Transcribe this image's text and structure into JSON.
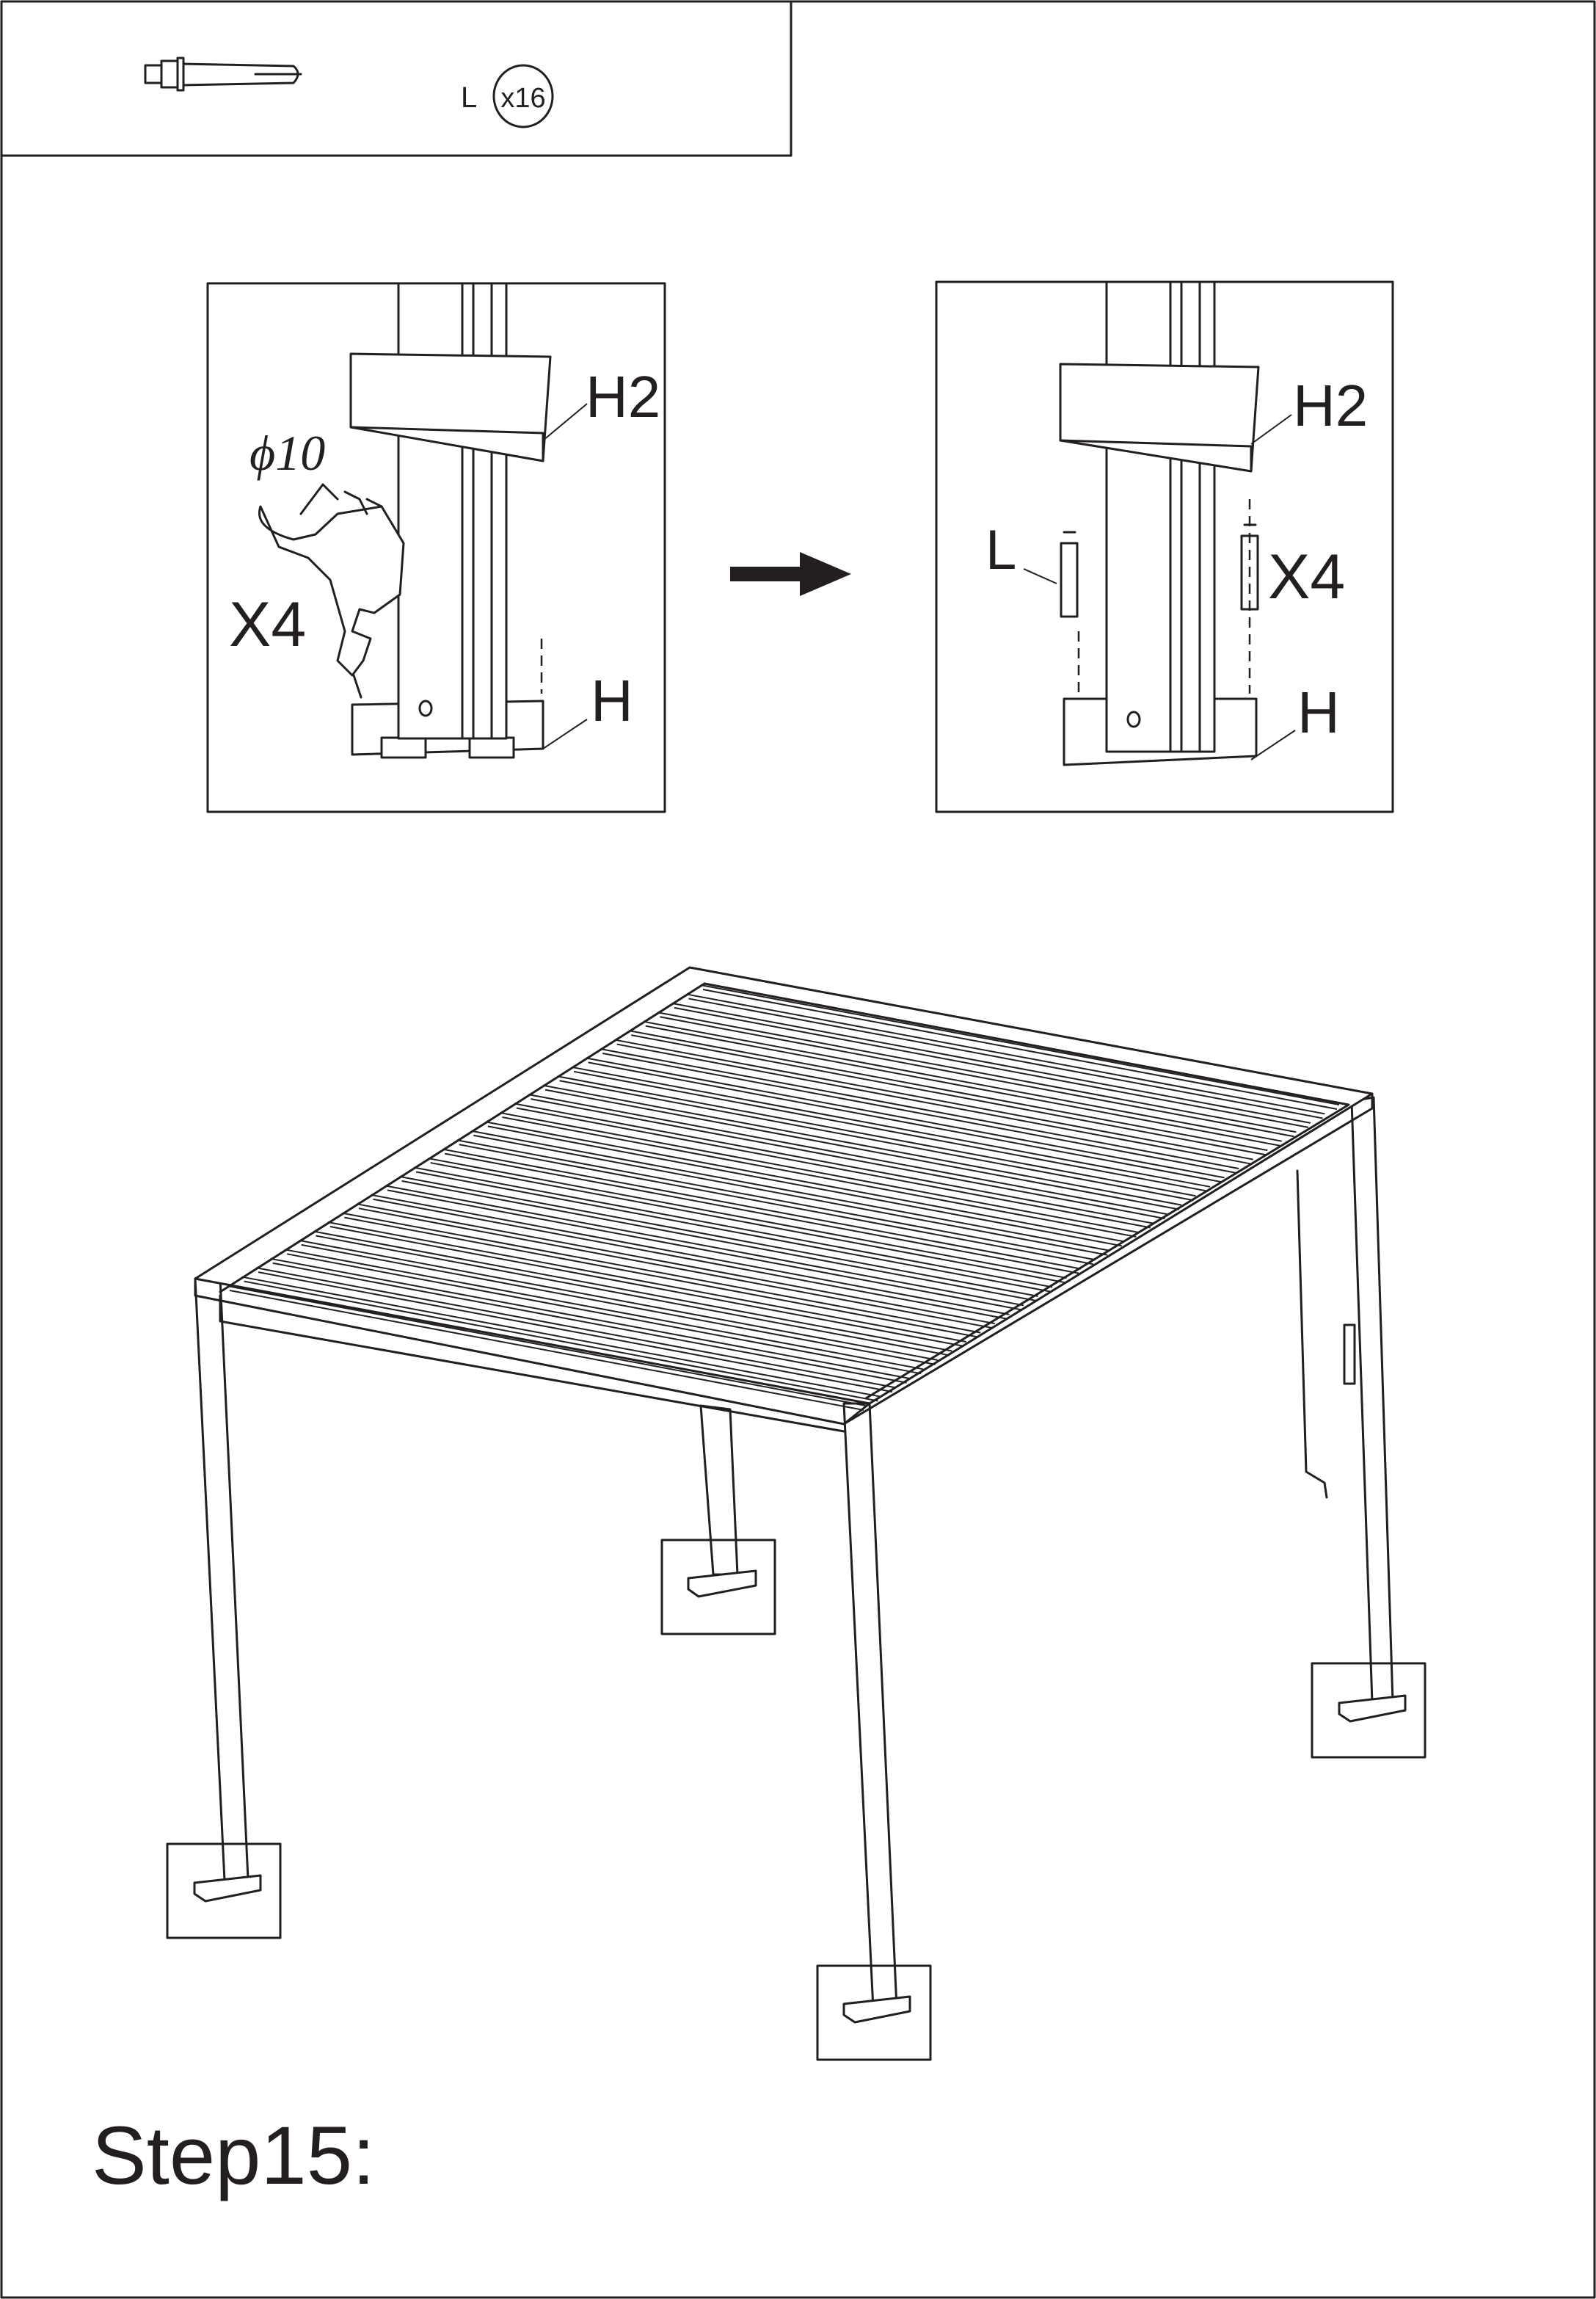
{
  "parts": {
    "part_letter": "L",
    "quantity": "x16"
  },
  "detail_before": {
    "bracket_label": "H2",
    "drill_size": "ϕ10",
    "count": "X4",
    "base_label": "H"
  },
  "detail_after": {
    "bracket_label": "H2",
    "bolt_label": "L",
    "count": "X4",
    "base_label": "H"
  },
  "step": {
    "title": "Step15:"
  },
  "colors": {
    "ink": "#231f20",
    "background": "#ffffff"
  },
  "icons": {
    "arrow": "arrow-right-icon",
    "bolt": "expansion-bolt-icon",
    "drill": "drill-icon"
  }
}
